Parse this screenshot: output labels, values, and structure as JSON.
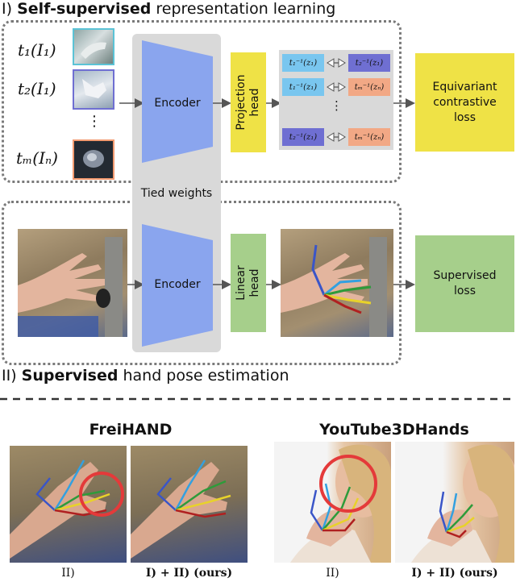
{
  "section1": {
    "prefix": "I) ",
    "bold": "Self-supervised",
    "rest": " representation learning"
  },
  "section2": {
    "prefix": "II) ",
    "bold": "Supervised",
    "rest": " hand pose estimation"
  },
  "transforms": {
    "t1": "t₁(I₁)",
    "t2": "t₂(I₁)",
    "dots": "⋮",
    "tm": "tₘ(Iₙ)"
  },
  "encoder_label": "Encoder",
  "tied_weights": "Tied weights",
  "projection_head": [
    "Projection",
    "head"
  ],
  "linear_head": [
    "Linear",
    "head"
  ],
  "pairs": [
    {
      "left": "t₁⁻¹(z₁)",
      "right": "t₂⁻¹(z₁)"
    },
    {
      "left": "t₁⁻¹(z₁)",
      "right": "tₘ⁻¹(zₙ)"
    },
    {
      "left": "t₂⁻¹(z₁)",
      "right": "tₘ⁻¹(zₙ)"
    }
  ],
  "pair_dots": "⋮",
  "equivariant_loss": [
    "Equivariant",
    "contrastive",
    "loss"
  ],
  "supervised_loss": [
    "Supervised",
    "loss"
  ],
  "datasets": {
    "left": "FreiHAND",
    "right": "YouTube3DHands"
  },
  "captions": {
    "baseline": "II)",
    "ours": "I) + II) (ours)"
  },
  "colors": {
    "encoder": "#8aa5ee",
    "yellow_box": "#efe246",
    "green_box": "#a6cf8b",
    "chip_blue": "#79c6ef",
    "chip_purple": "#6f6fd2",
    "chip_orange": "#f2a885",
    "highlight_circle": "#e43a3a"
  }
}
